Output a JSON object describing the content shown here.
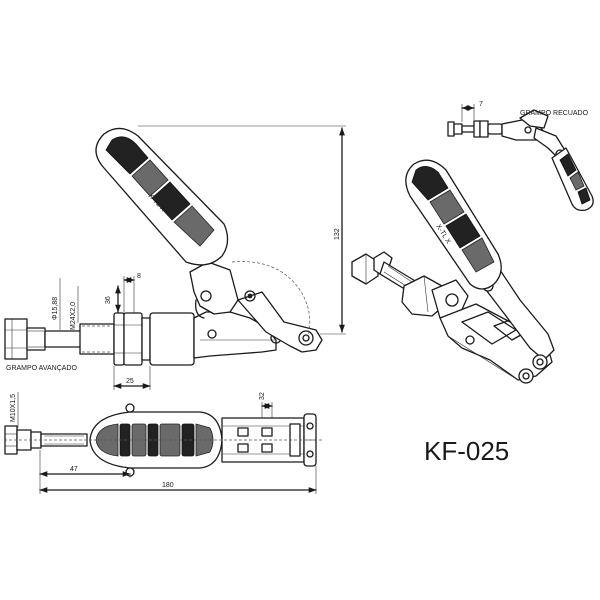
{
  "model_code": "KF-025",
  "labels": {
    "grampo_avancado": "GRAMPO AVANÇADO",
    "grampo_recuado": "GRAMPO RECUADO"
  },
  "handle_text": "X-TL X",
  "dimensions": {
    "d_132": "132",
    "d_8": "8",
    "d_36": "36",
    "d_phi": "Φ15,88",
    "d_m24": "M24X2,0",
    "d_25": "25",
    "d_7": "7",
    "d_32": "32",
    "d_m10": "M10X1,5",
    "d_47": "47",
    "d_180": "180"
  },
  "colors": {
    "line": "#1a1a1a",
    "dark_fill": "#222222",
    "mid_fill": "#6a6a6a"
  }
}
